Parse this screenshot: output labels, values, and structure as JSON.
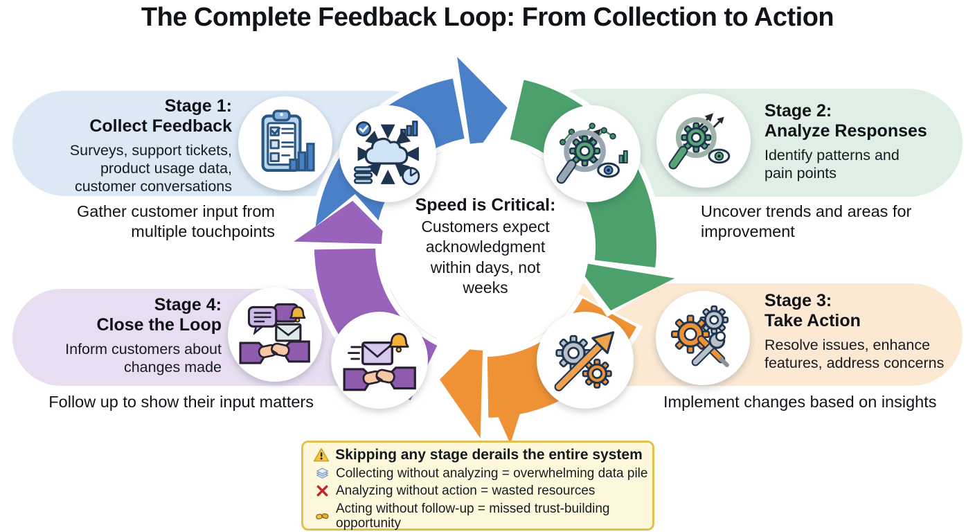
{
  "title": "The Complete Feedback Loop: From Collection to Action",
  "center": {
    "heading": "Speed is Critical:",
    "body": "Customers expect\nacknowledgment\nwithin days, not\nweeks"
  },
  "stages": [
    {
      "label": "Stage 1:",
      "name": "Collect Feedback",
      "description": "Surveys, support tickets,\nproduct usage data,\ncustomer conversations",
      "caption": "Gather customer input from\nmultiple touchpoints",
      "pill_color": "#dce9f5",
      "arrow_color": "#4a80c8",
      "pill_icon": "clipboard-checklist-chart-icon",
      "ring_icon": "cloud-data-intake-icon"
    },
    {
      "label": "Stage 2:",
      "name": "Analyze Responses",
      "description": "Identify patterns and\npain points",
      "caption": "Uncover trends and areas for\nimprovement",
      "pill_color": "#e0efe6",
      "arrow_color": "#4ba06b",
      "pill_icon": "magnifier-gear-eye-icon",
      "ring_icon": "magnifier-gear-trend-icon"
    },
    {
      "label": "Stage 3:",
      "name": "Take Action",
      "description": "Resolve issues, enhance\nfeatures, address concerns",
      "caption": "Implement changes based on insights",
      "pill_color": "#fbe9d4",
      "arrow_color": "#ef9236",
      "pill_icon": "gears-tools-icon",
      "ring_icon": "gears-growth-arrow-icon"
    },
    {
      "label": "Stage 4:",
      "name": "Close the Loop",
      "description": "Inform customers about\nchanges made",
      "caption": "Follow up to show their input matters",
      "pill_color": "#e9def1",
      "arrow_color": "#9a63bb",
      "pill_icon": "chat-envelope-bell-handshake-icon",
      "ring_icon": "envelope-bell-handshake-icon"
    }
  ],
  "warning": {
    "heading": "Skipping any stage derails the entire system",
    "bg": "#fdf7db",
    "border": "#e3bf4f",
    "icon": "warning-triangle-icon",
    "items": [
      {
        "icon": "data-stack-icon",
        "text": "Collecting without analyzing = overwhelming data pile"
      },
      {
        "icon": "red-x-icon",
        "text": "Analyzing without action = wasted resources"
      },
      {
        "icon": "gold-handshake-icon",
        "text": "Acting without follow-up = missed trust-building opportunity"
      }
    ]
  }
}
